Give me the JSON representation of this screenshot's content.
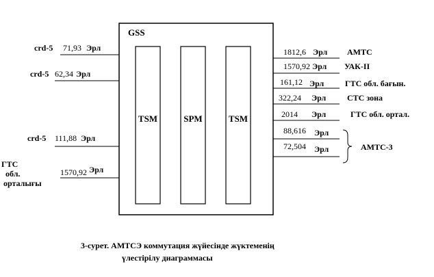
{
  "block": {
    "title": "GSS",
    "modules": [
      "TSM",
      "SPM",
      "TSM"
    ]
  },
  "inputs": [
    {
      "name": "crd-5",
      "value": "71,93",
      "unit": "Эрл"
    },
    {
      "name": "crd-5",
      "value": "62,34",
      "unit": "Эрл"
    },
    {
      "name": "crd-5",
      "value": "111,88",
      "unit": "Эрл"
    },
    {
      "name_lines": [
        "ГТС",
        "обл.",
        "орталығы"
      ],
      "value": "1570,92",
      "unit": "Эрл"
    }
  ],
  "outputs": [
    {
      "value": "1812,6",
      "unit": "Эрл",
      "dest": "АМТС"
    },
    {
      "value": "1570,92",
      "unit": "Эрл",
      "dest": "УАК-II"
    },
    {
      "value": "161,12",
      "unit": "Эрл",
      "dest": "ГТС обл. бағын."
    },
    {
      "value": "322,24",
      "unit": "Эрл",
      "dest": "СТС зона"
    },
    {
      "value": "2014",
      "unit": "Эрл",
      "dest": "ГТС обл. ортал."
    },
    {
      "value": "88,616",
      "unit": "Эрл",
      "dest": ""
    },
    {
      "value": "72,504",
      "unit": "Эрл",
      "dest": ""
    }
  ],
  "group_label": "АМТС-3",
  "caption": {
    "line1": "3-сурет. АМТСЭ коммутация жүйесінде жүктеменің",
    "line2": "үлестірілу диаграммасы"
  }
}
